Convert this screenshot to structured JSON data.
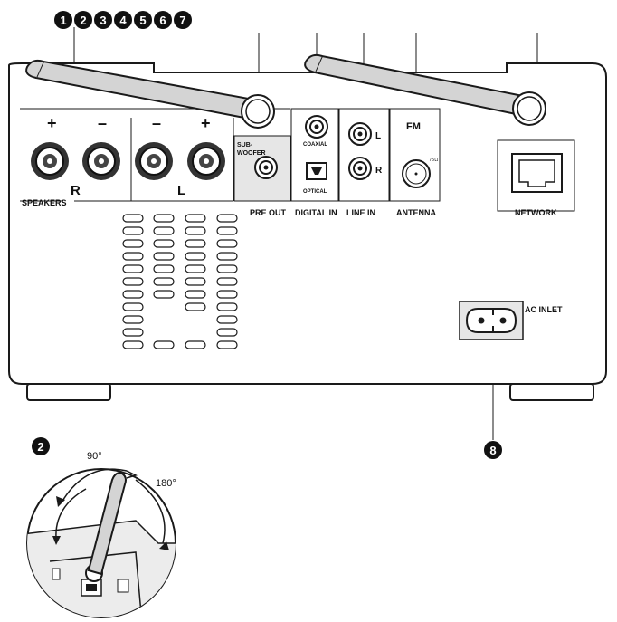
{
  "callouts": [
    "1",
    "2",
    "3",
    "4",
    "5",
    "6",
    "7",
    "8"
  ],
  "labels": {
    "speakers": "SPEAKERS",
    "plus": "+",
    "minus": "–",
    "right": "R",
    "left": "L",
    "subwoofer_line1": "SUB-",
    "subwoofer_line2": "WOOFER",
    "pre_out": "PRE OUT",
    "coaxial": "COAXIAL",
    "optical": "OPTICAL",
    "digital_in": "DIGITAL IN",
    "line_l": "L",
    "line_r": "R",
    "line_in": "LINE IN",
    "fm": "FM",
    "antenna": "ANTENNA",
    "network": "NETWORK",
    "ac_inlet": "AC INLET"
  },
  "detail": {
    "callout": "2",
    "angle_small": "90°",
    "angle_large": "180°"
  },
  "colors": {
    "line": "#1a1a1a",
    "panel": "#ffffff",
    "pre_out_fill": "#e6e6e6",
    "antenna_fill": "#d4d4d4",
    "callout_fill": "#111111"
  }
}
